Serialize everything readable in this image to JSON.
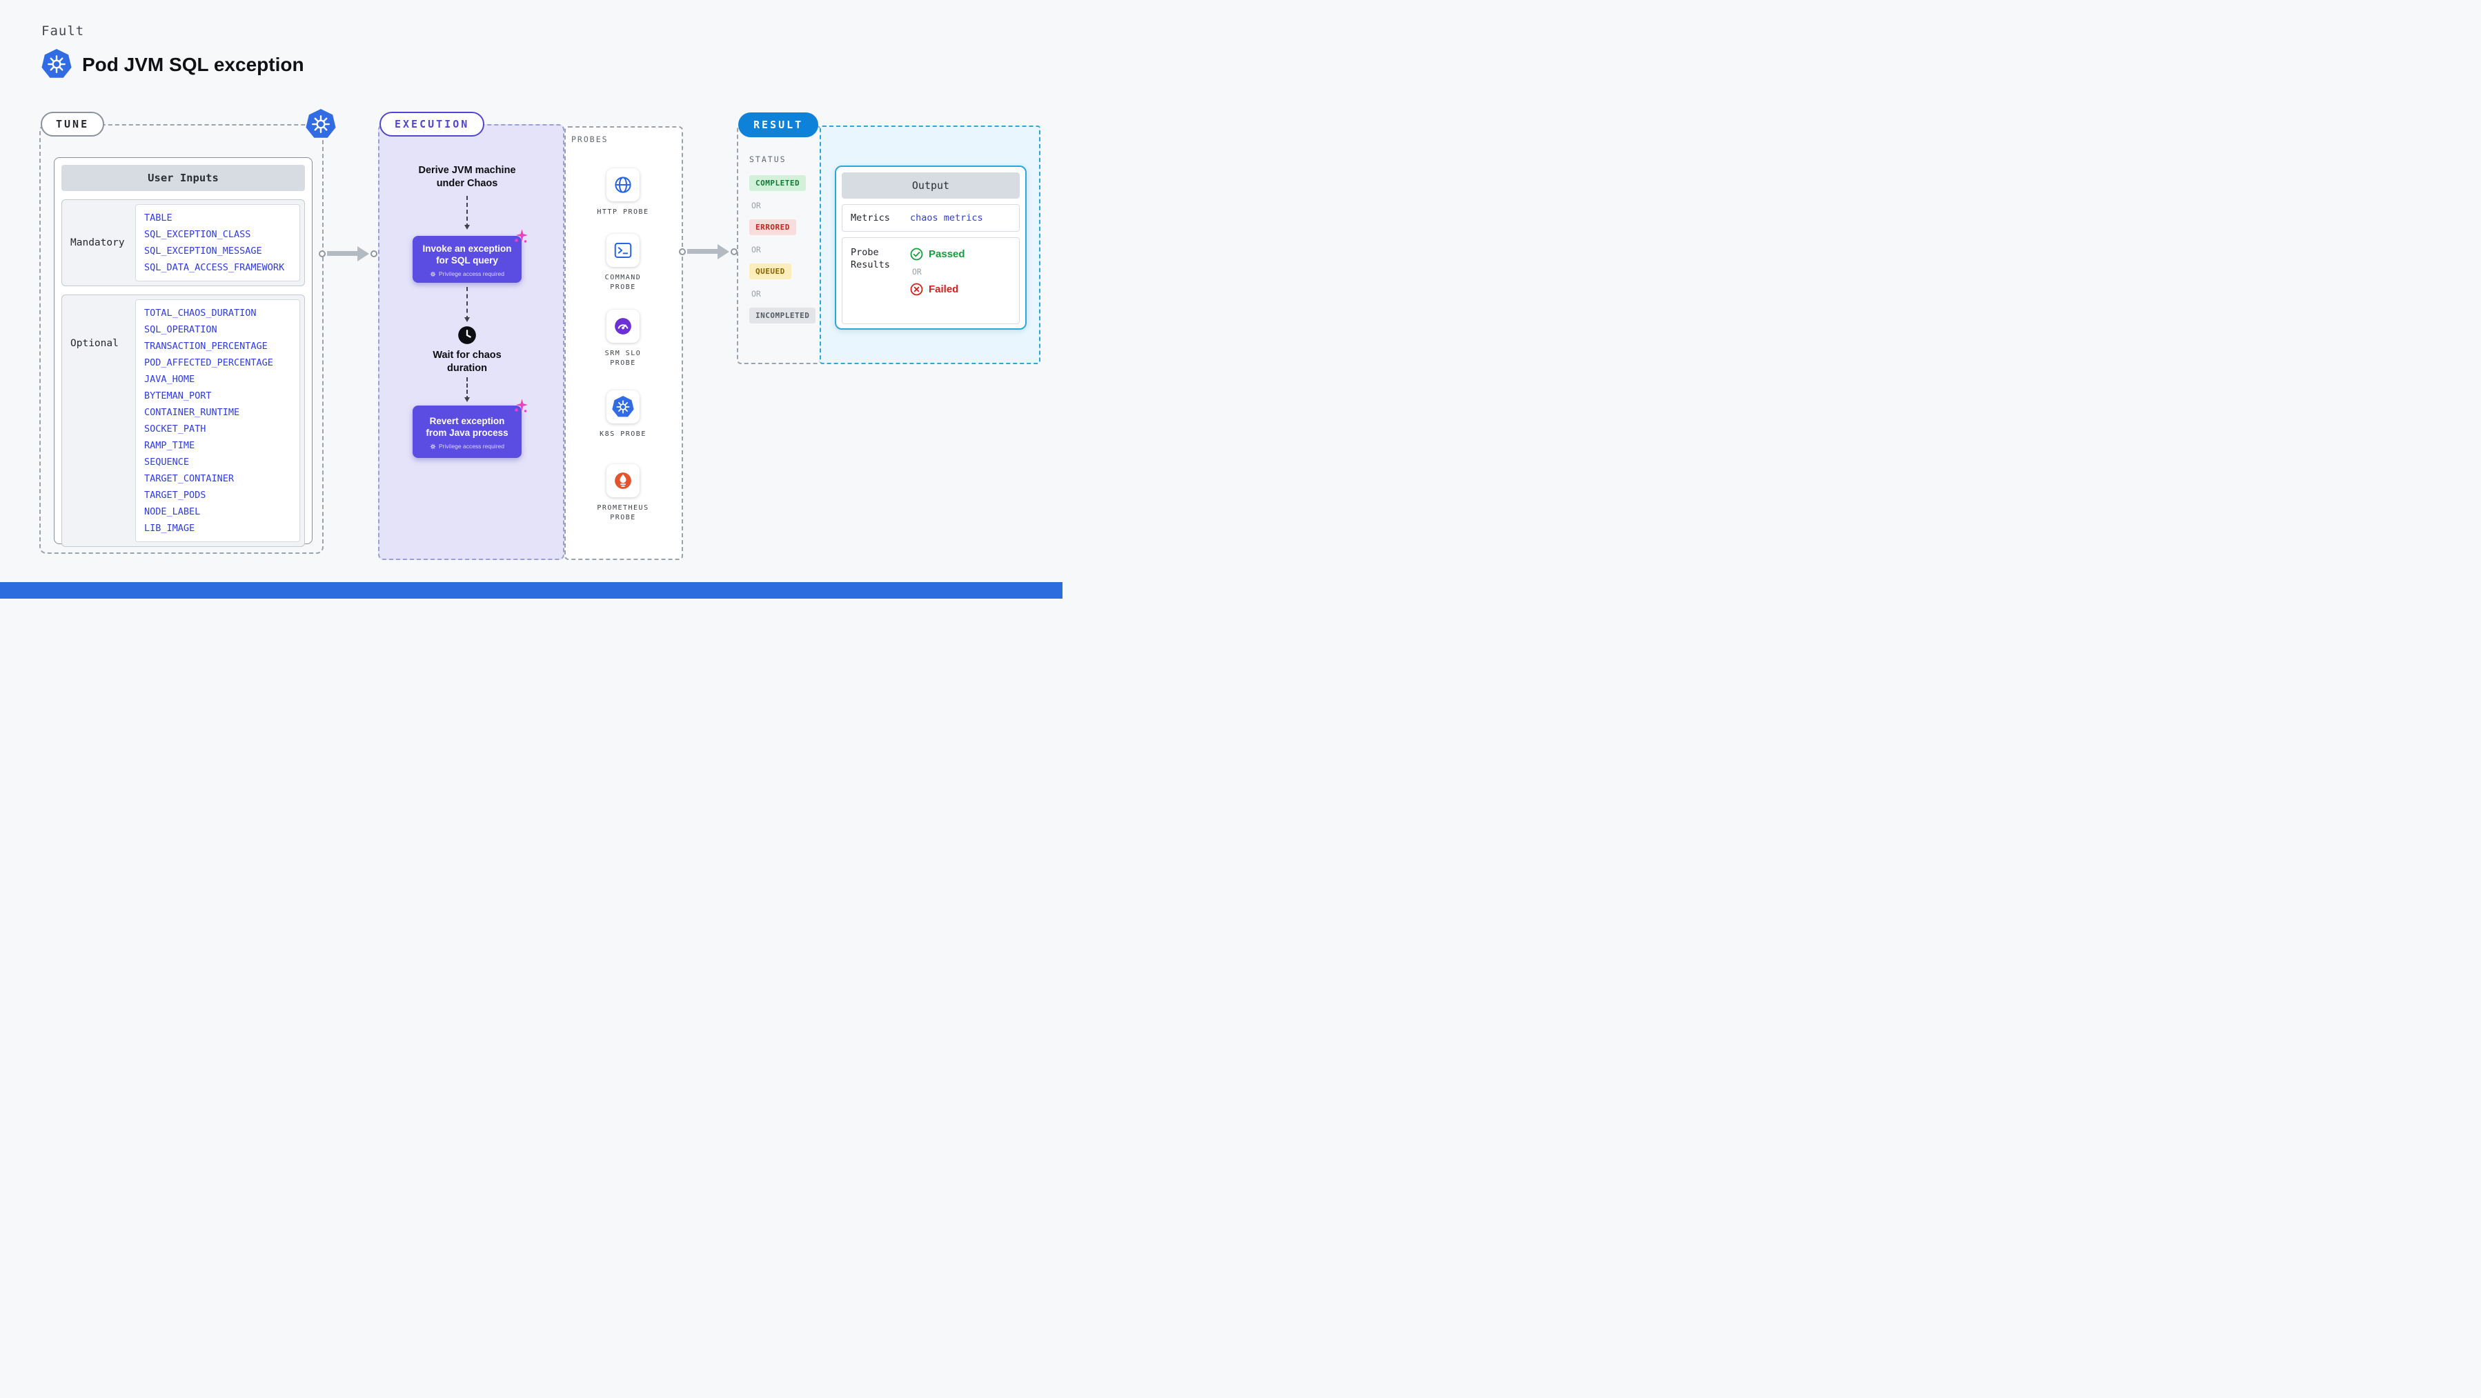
{
  "page": {
    "kicker": "Fault",
    "title": "Pod JVM SQL exception"
  },
  "tune": {
    "label": "TUNE",
    "panel_title": "User Inputs",
    "groups": [
      {
        "label": "Mandatory",
        "items": [
          "TABLE",
          "SQL_EXCEPTION_CLASS",
          "SQL_EXCEPTION_MESSAGE",
          "SQL_DATA_ACCESS_FRAMEWORK"
        ]
      },
      {
        "label": "Optional",
        "items": [
          "TOTAL_CHAOS_DURATION",
          "SQL_OPERATION",
          "TRANSACTION_PERCENTAGE",
          "POD_AFFECTED_PERCENTAGE",
          "JAVA_HOME",
          "BYTEMAN_PORT",
          "CONTAINER_RUNTIME",
          "SOCKET_PATH",
          "RAMP_TIME",
          "SEQUENCE",
          "TARGET_CONTAINER",
          "TARGET_PODS",
          "NODE_LABEL",
          "LIB_IMAGE"
        ]
      }
    ]
  },
  "execution": {
    "label": "EXECUTION",
    "step1": "Derive JVM machine under Chaos",
    "action1": {
      "title": "Invoke an exception for SQL query",
      "note": "Privilege access required"
    },
    "wait": "Wait for chaos duration",
    "action2": {
      "title": "Revert exception from Java process",
      "note": "Privilege access required"
    }
  },
  "probes": {
    "label": "PROBES",
    "items": [
      {
        "name": "HTTP PROBE",
        "icon": "globe-icon"
      },
      {
        "name": "COMMAND PROBE",
        "icon": "terminal-icon"
      },
      {
        "name": "SRM SLO PROBE",
        "icon": "gauge-icon"
      },
      {
        "name": "K8S PROBE",
        "icon": "kubernetes-icon"
      },
      {
        "name": "PROMETHEUS PROBE",
        "icon": "flame-icon"
      }
    ]
  },
  "result": {
    "label": "RESULT",
    "status_label": "STATUS",
    "or_label": "OR",
    "statuses": [
      {
        "label": "COMPLETED",
        "color": "#107a35"
      },
      {
        "label": "ERRORED",
        "color": "#c0261f"
      },
      {
        "label": "QUEUED",
        "color": "#8a6400"
      },
      {
        "label": "INCOMPLETED",
        "color": "#555b63"
      }
    ],
    "output": {
      "title": "Output",
      "metrics_label": "Metrics",
      "metrics_value": "chaos metrics",
      "probe_results_label": "Probe Results",
      "passed_label": "Passed",
      "failed_label": "Failed"
    }
  },
  "colors": {
    "kubernetes_blue": "#326ce5",
    "action_purple": "#5b4de1",
    "execution_bg": "#e5e3f9",
    "result_blue": "#0d82d8",
    "output_cyan": "#29a8de",
    "param_blue": "#2e3ce0",
    "passed_green": "#1a9c3e",
    "failed_red": "#d3211c",
    "footer_blue": "#2c6cdf"
  }
}
